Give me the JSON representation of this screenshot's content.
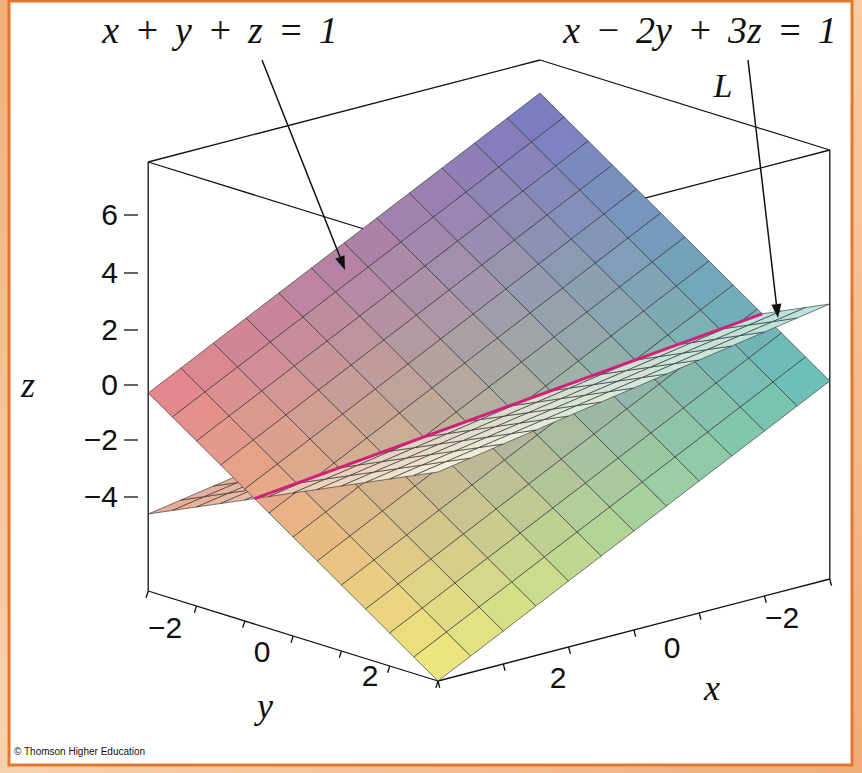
{
  "diagram": {
    "labels": [
      "x + y + z = 1",
      "x − 2y + 3z = 1",
      "L",
      "6",
      "4",
      "2",
      "0",
      "−2",
      "−4",
      "z",
      "−2",
      "0",
      "2",
      "y",
      "2",
      "0",
      "−2",
      "x",
      "© Thomson Higher Education"
    ]
  }
}
